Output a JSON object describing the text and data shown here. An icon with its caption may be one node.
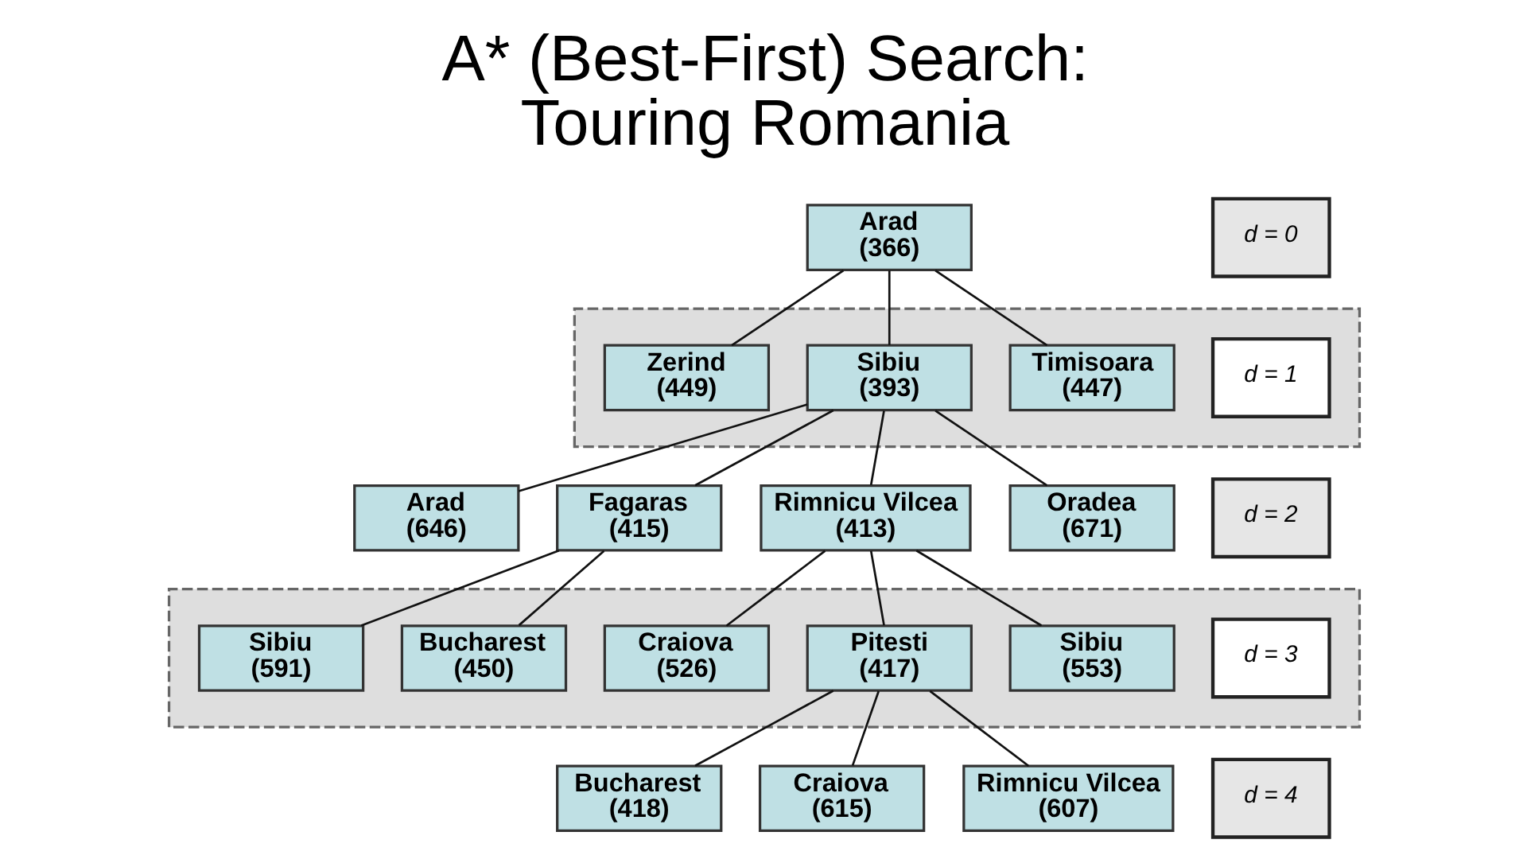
{
  "diagram": {
    "title": "A* (Best-First) Search: Touring Romania",
    "nodes": [
      {
        "text": [
          "Arad",
          "(366)"
        ]
      },
      {
        "text": [
          "d = 0"
        ]
      },
      {
        "text": [],
        "shape": "band"
      },
      {
        "text": [
          "Zerind",
          "(449)"
        ],
        "in": 2
      },
      {
        "text": [
          "Sibiu",
          "(393)"
        ],
        "in": 2
      },
      {
        "text": [
          "Timisoara",
          "(447)"
        ],
        "in": 2
      },
      {
        "text": [
          "d = 1"
        ],
        "in": 2
      },
      {
        "text": [
          "Arad",
          "(646)"
        ]
      },
      {
        "text": [
          "Oradea",
          "(671)"
        ]
      },
      {
        "text": [
          "Fagaras",
          "(415)"
        ]
      },
      {
        "text": [
          "Rimnicu Vilcea",
          "(413)"
        ]
      },
      {
        "text": [
          "d = 2"
        ]
      },
      {
        "text": [],
        "shape": "band"
      },
      {
        "text": [
          "Sibiu",
          "(591)"
        ],
        "in": 12
      },
      {
        "text": [
          "Bucharest",
          "(450)"
        ],
        "in": 12
      },
      {
        "text": [
          "Craiova",
          "(526)"
        ],
        "in": 12
      },
      {
        "text": [
          "Pitesti",
          "(417)"
        ],
        "in": 12
      },
      {
        "text": [
          "Sibiu",
          "(553)"
        ],
        "in": 12
      },
      {
        "text": [
          "d = 3"
        ],
        "in": 12
      },
      {
        "text": [
          "Bucharest",
          "(418)"
        ]
      },
      {
        "text": [
          "Craiova",
          "(615)"
        ]
      },
      {
        "text": [
          "Rimnicu Vilcea",
          "(607)"
        ]
      },
      {
        "text": [
          "d = 4"
        ]
      }
    ],
    "edges": [
      {
        "from": 0,
        "to": 3,
        "arrow": "none"
      },
      {
        "from": 0,
        "to": 4,
        "arrow": "none"
      },
      {
        "from": 0,
        "to": 5,
        "arrow": "none"
      },
      {
        "from": 4,
        "to": 7,
        "arrow": "none"
      },
      {
        "from": 4,
        "to": 9,
        "arrow": "none"
      },
      {
        "from": 4,
        "to": 10,
        "arrow": "none"
      },
      {
        "from": 4,
        "to": 8,
        "arrow": "none"
      },
      {
        "from": 9,
        "to": 13,
        "arrow": "none"
      },
      {
        "from": 9,
        "to": 14,
        "arrow": "none"
      },
      {
        "from": 10,
        "to": 15,
        "arrow": "none"
      },
      {
        "from": 10,
        "to": 16,
        "arrow": "none"
      },
      {
        "from": 10,
        "to": 17,
        "arrow": "none"
      },
      {
        "from": 16,
        "to": 19,
        "arrow": "none"
      },
      {
        "from": 16,
        "to": 20,
        "arrow": "none"
      },
      {
        "from": 16,
        "to": 21,
        "arrow": "none"
      }
    ]
  }
}
